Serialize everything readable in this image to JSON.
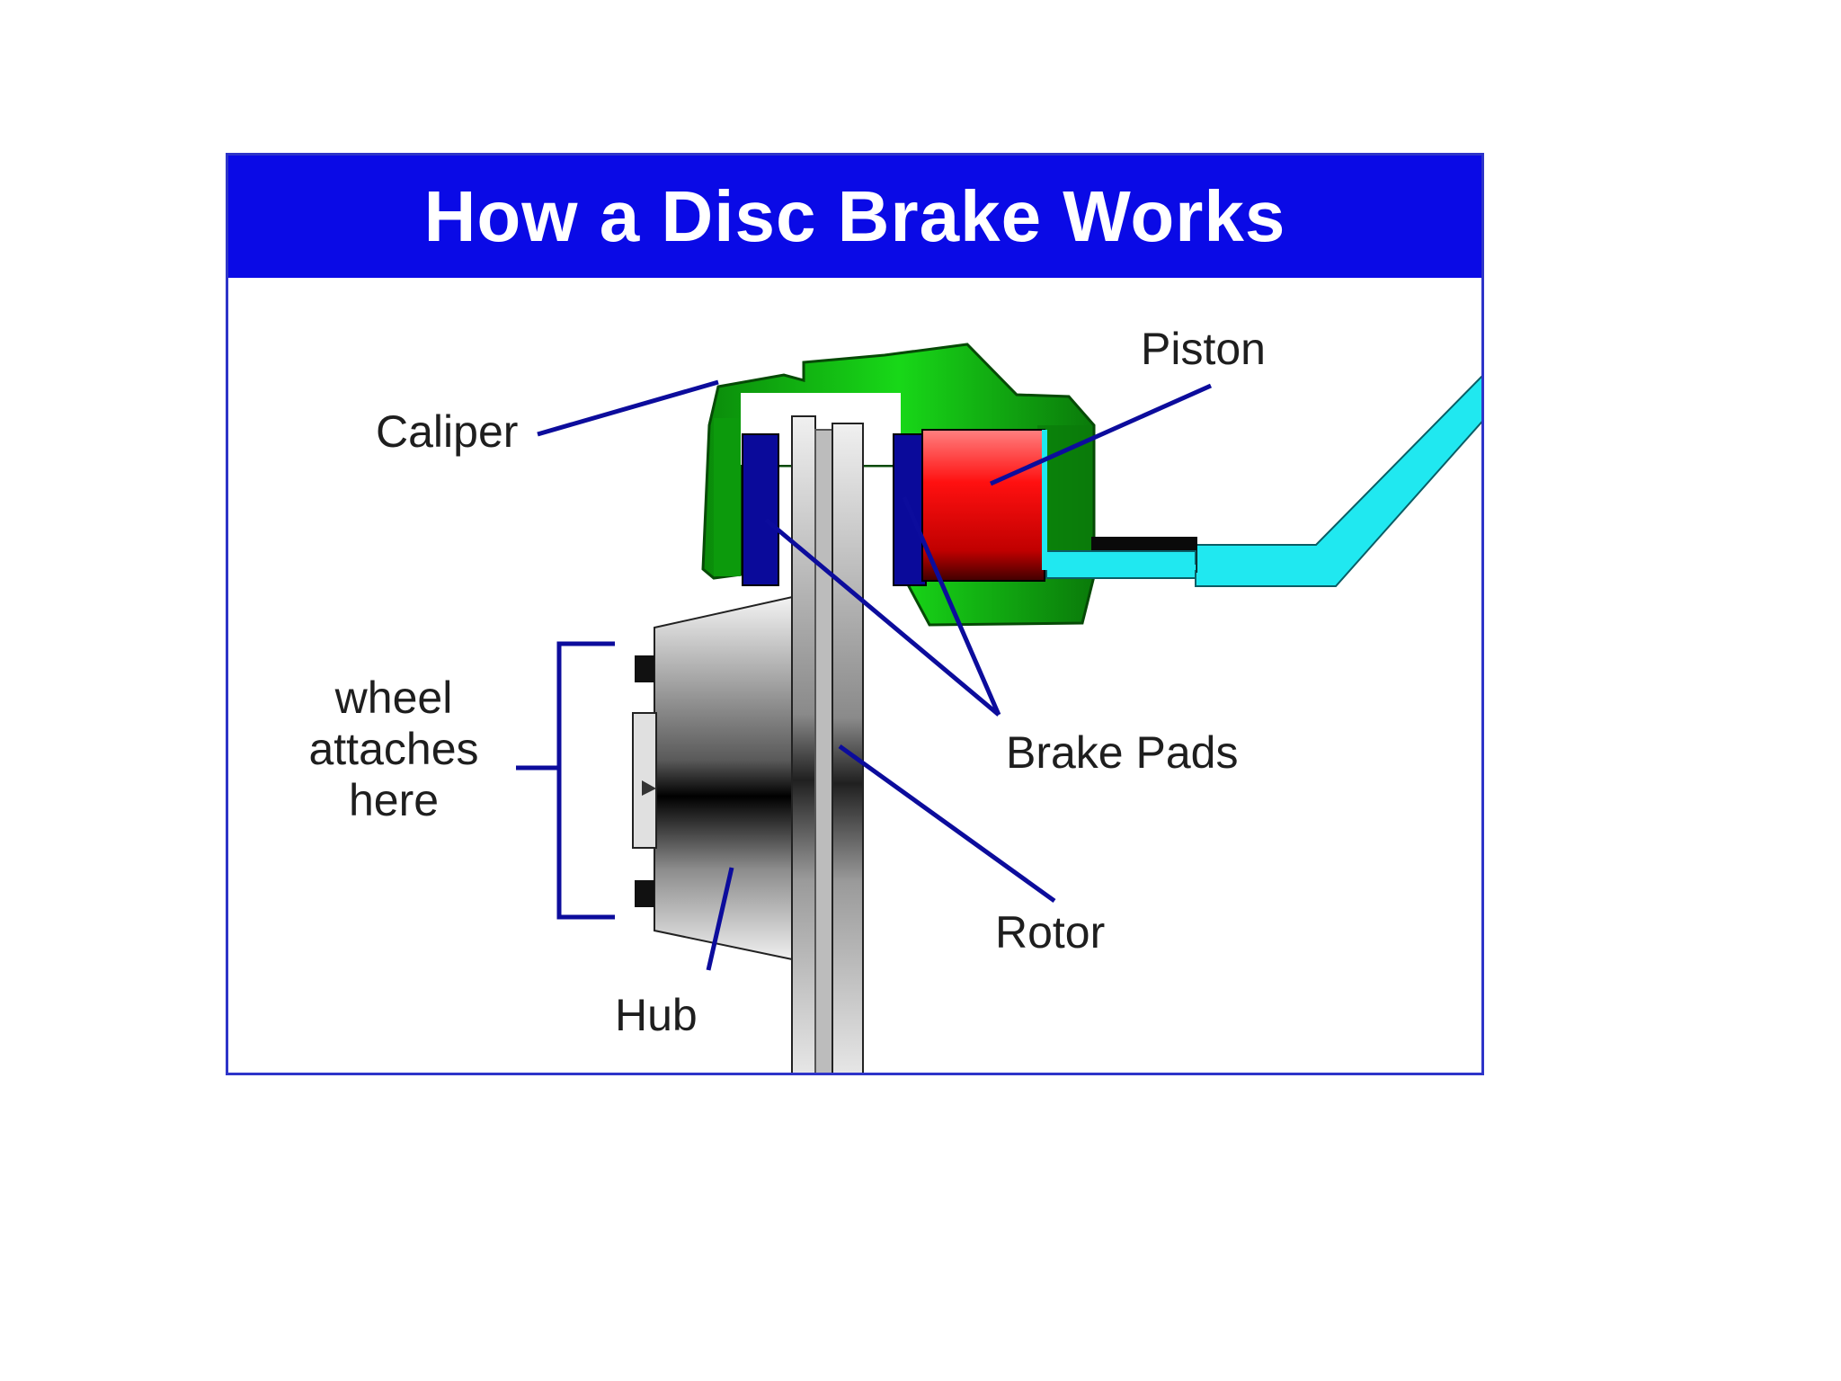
{
  "title": "How a Disc Brake Works",
  "labels": {
    "caliper": "Caliper",
    "piston": "Piston",
    "wheel_line1": "wheel",
    "wheel_line2": "attaches",
    "wheel_line3": "here",
    "brake_pads": "Brake Pads",
    "rotor": "Rotor",
    "hub": "Hub"
  },
  "colors": {
    "title_bar": "#0a0ae6",
    "frame_border": "#2e34c9",
    "caliper": "#10c010",
    "caliper_dark": "#0a6e0a",
    "piston": "#e01010",
    "brake_pad": "#0a0a9a",
    "hydraulic_line": "#20e8f0",
    "leader_line": "#0c0c9c"
  }
}
